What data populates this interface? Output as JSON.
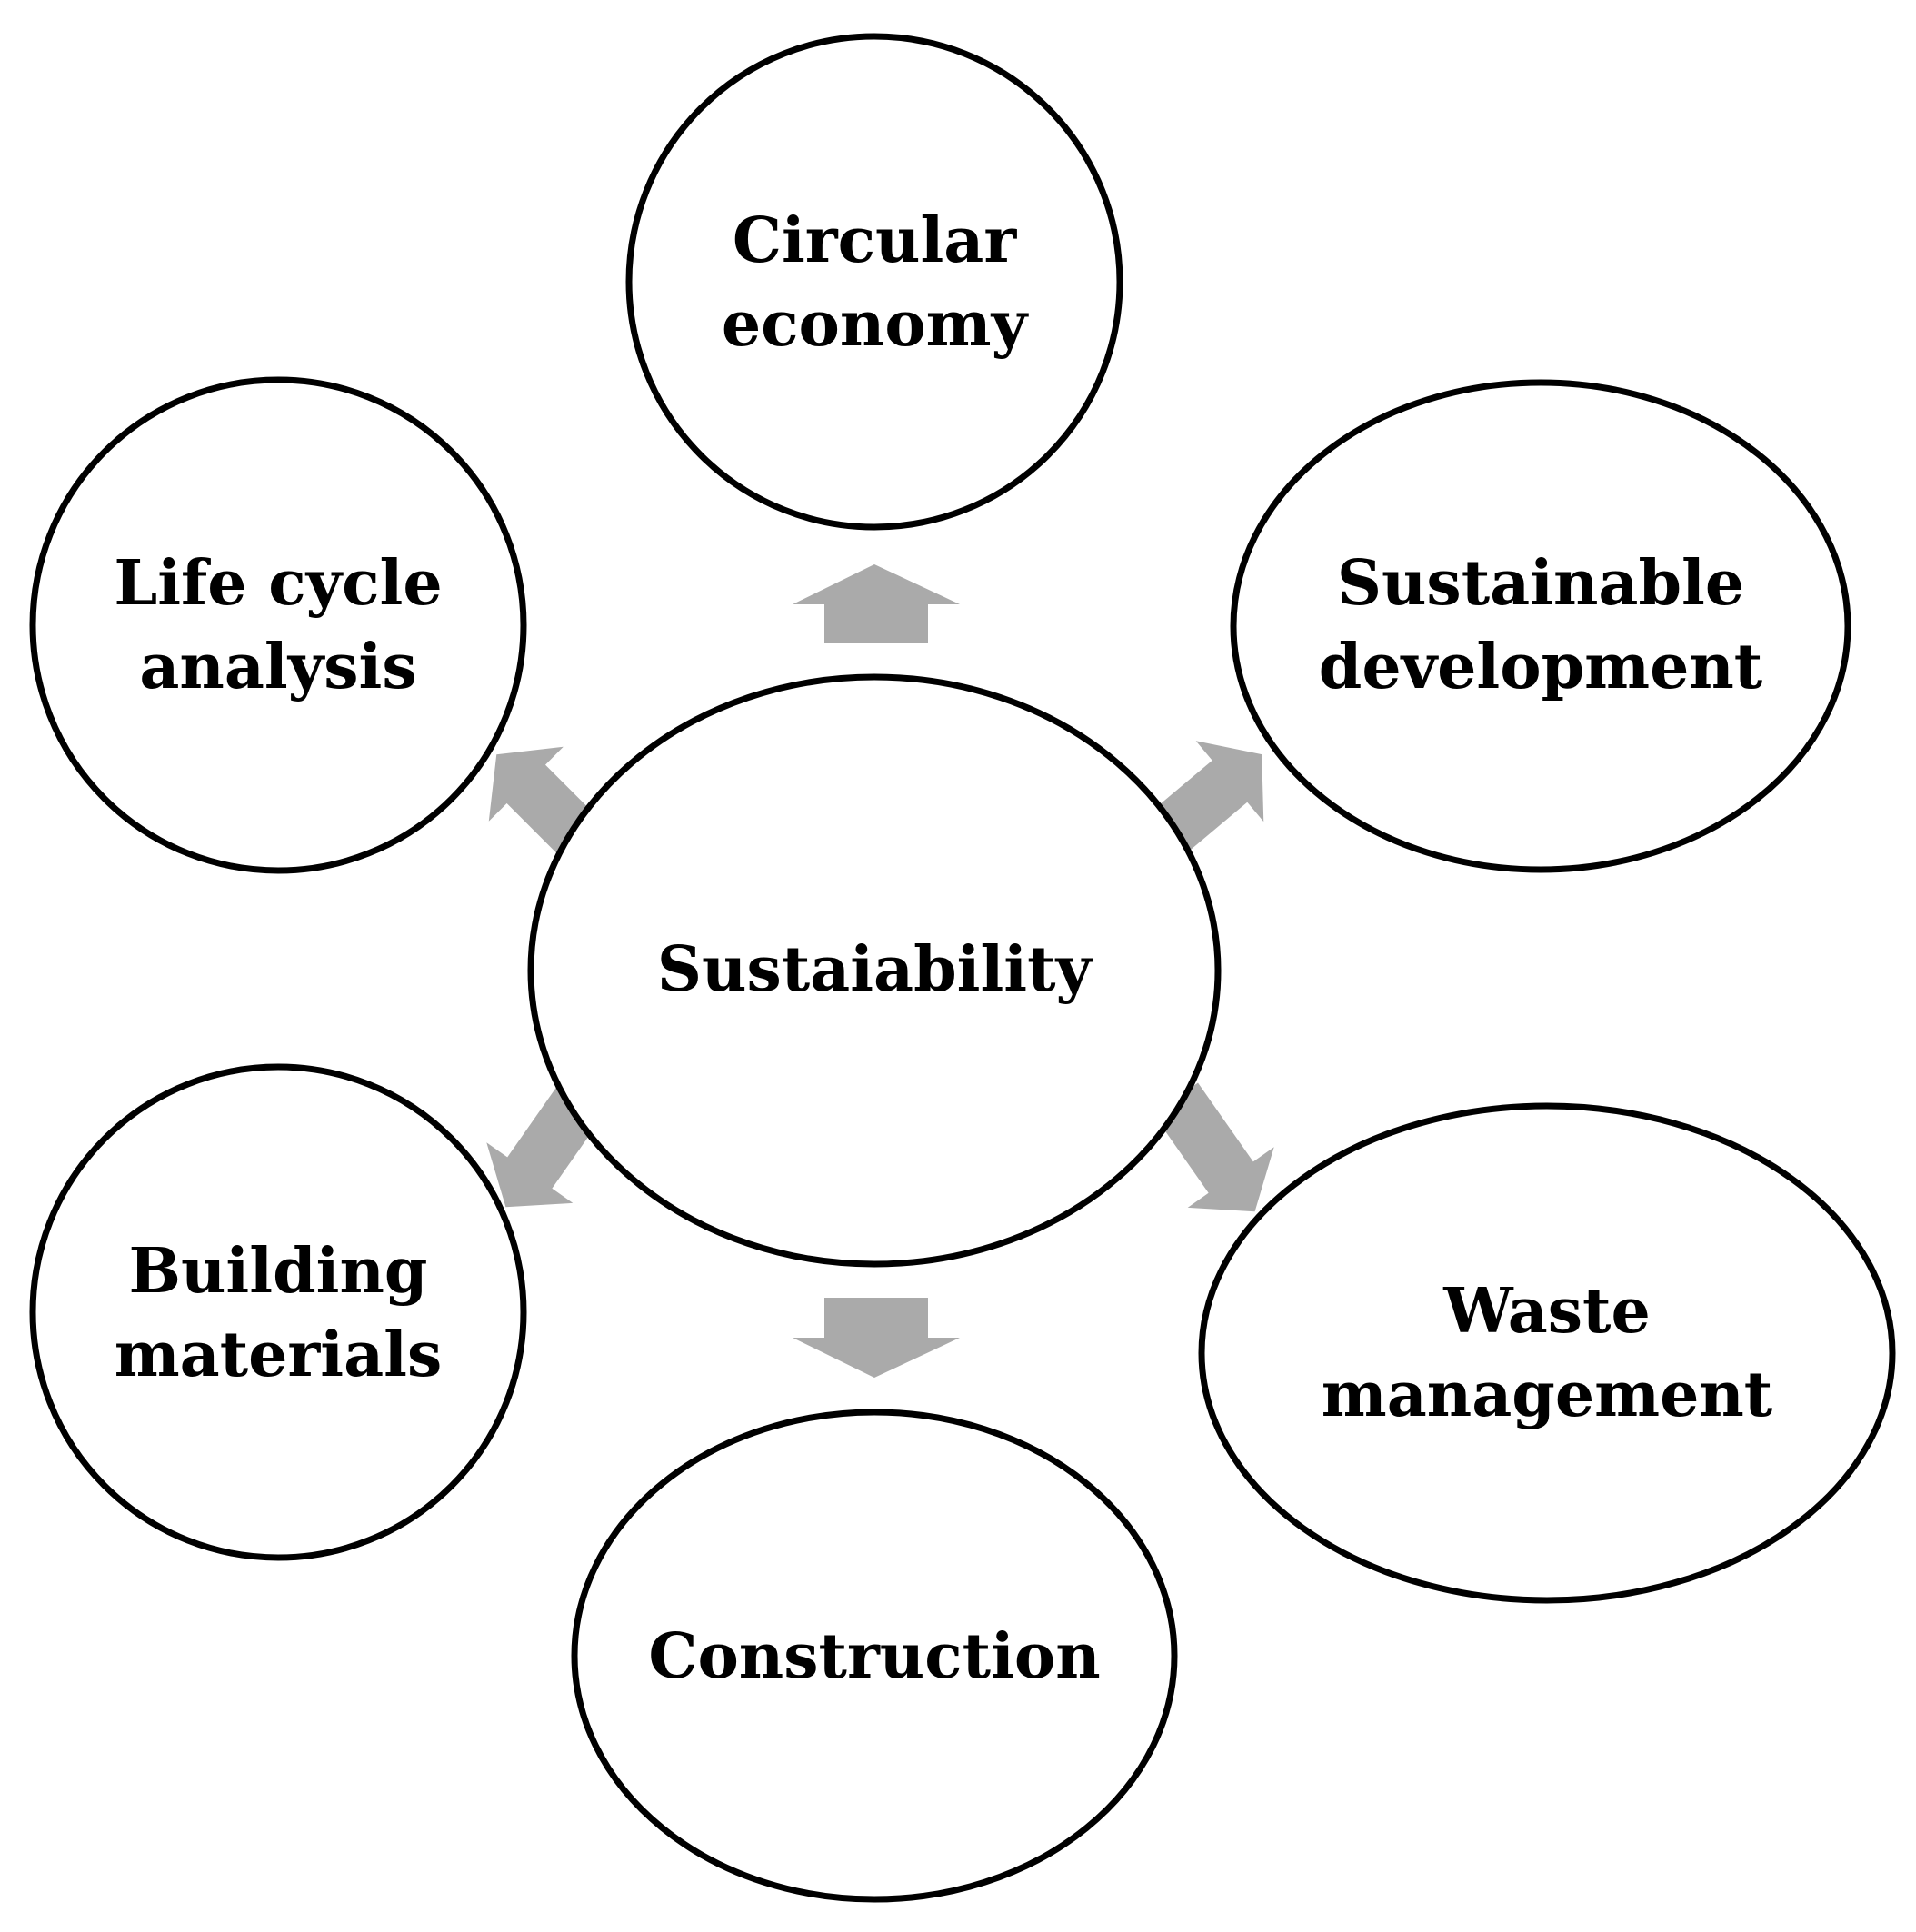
{
  "colors": {
    "node_stroke": "#000000",
    "node_fill": "#ffffff",
    "arrow_fill": "#aaaaaa",
    "text": "#000000"
  },
  "center": {
    "label": "Sustaiability"
  },
  "nodes": {
    "circular_economy": {
      "line1": "Circular",
      "line2": "economy"
    },
    "sustainable_development": {
      "line1": "Sustainable",
      "line2": "development"
    },
    "waste_management": {
      "line1": "Waste",
      "line2": "management"
    },
    "construction": {
      "label": "Construction"
    },
    "building_materials": {
      "line1": "Building",
      "line2": "materials"
    },
    "life_cycle_analysis": {
      "line1": "Life cycle",
      "line2": "analysis"
    }
  }
}
